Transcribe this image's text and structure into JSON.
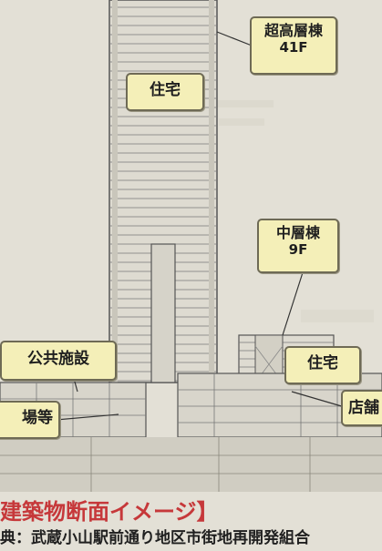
{
  "labels": {
    "tower_name": "超高層棟",
    "tower_floors": "41F",
    "tower_use": "住宅",
    "mid_name": "中層棟",
    "mid_floors": "9F",
    "mid_use": "住宅",
    "public": "公共施設",
    "parking": "場等",
    "shop": "店舗"
  },
  "caption": {
    "title": "建築物断面イメージ】",
    "source": "典：武蔵小山駅前通り地区市街地再開発組合"
  },
  "colors": {
    "background": "#e3e0d6",
    "label_fill": "#f4efb8",
    "caption_title": "#c6383a"
  }
}
